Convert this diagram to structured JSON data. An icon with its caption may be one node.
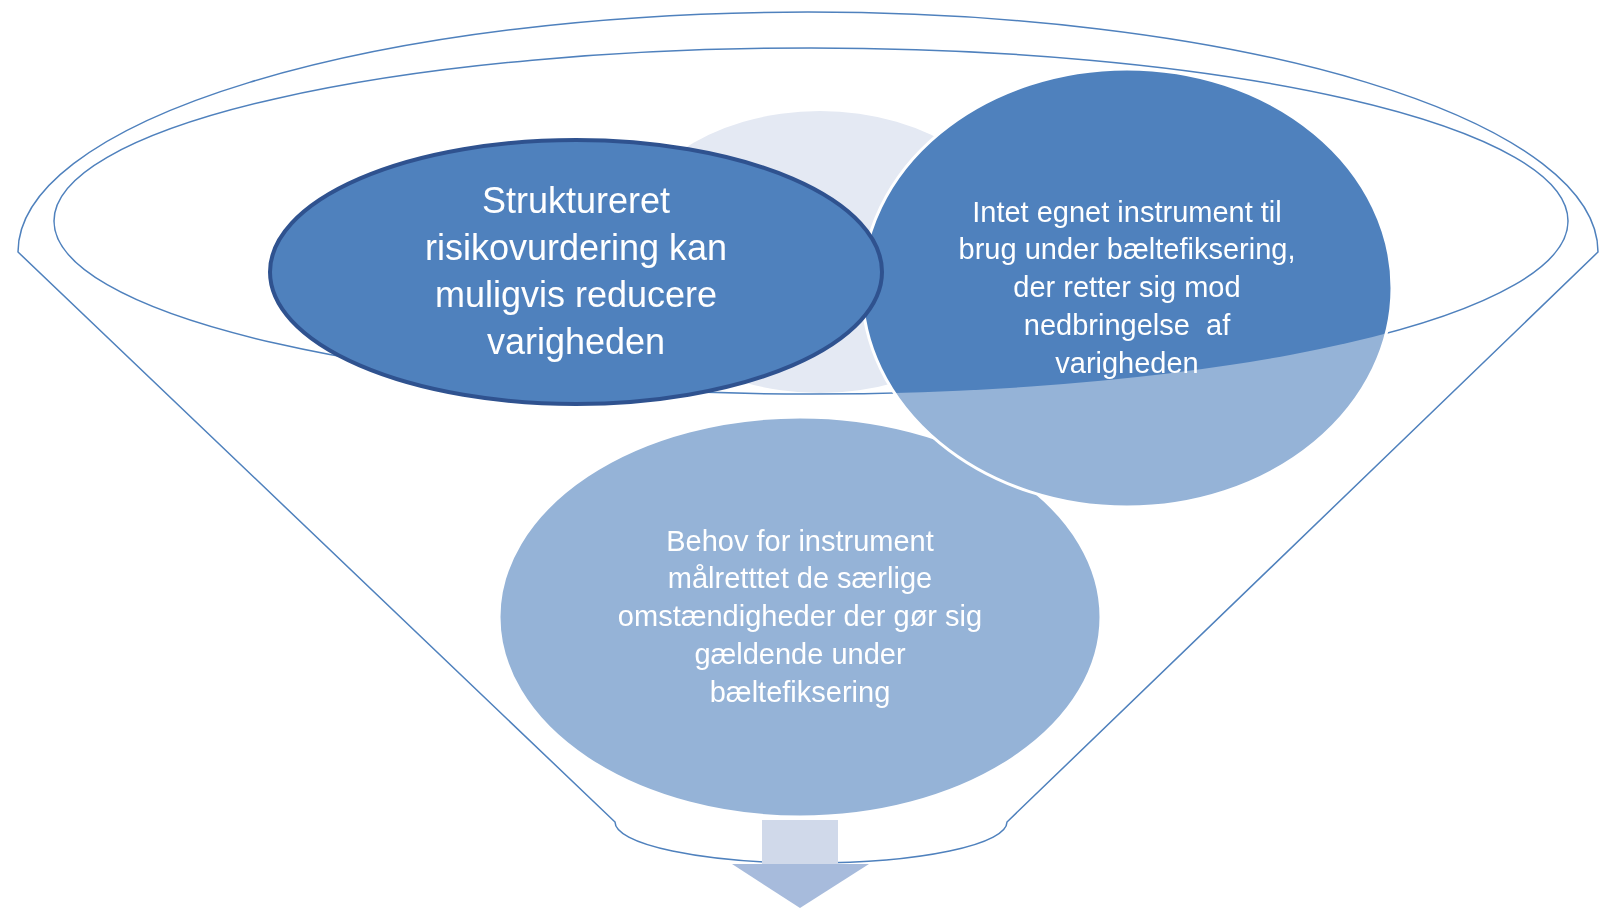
{
  "diagram": {
    "nodes": [
      {
        "text": [
          "Struktureret risikovurdering kan muligvis reducere varigheden"
        ]
      },
      {
        "text": [
          "Intet egnet instrument til brug under bæltefiksering, der retter sig mod nedbringelse  af varigheden"
        ]
      },
      {
        "text": [
          "Behov for instrument målretttet de særlige omstændigheder der gør sig gældende under bæltefiksering"
        ]
      }
    ]
  }
}
